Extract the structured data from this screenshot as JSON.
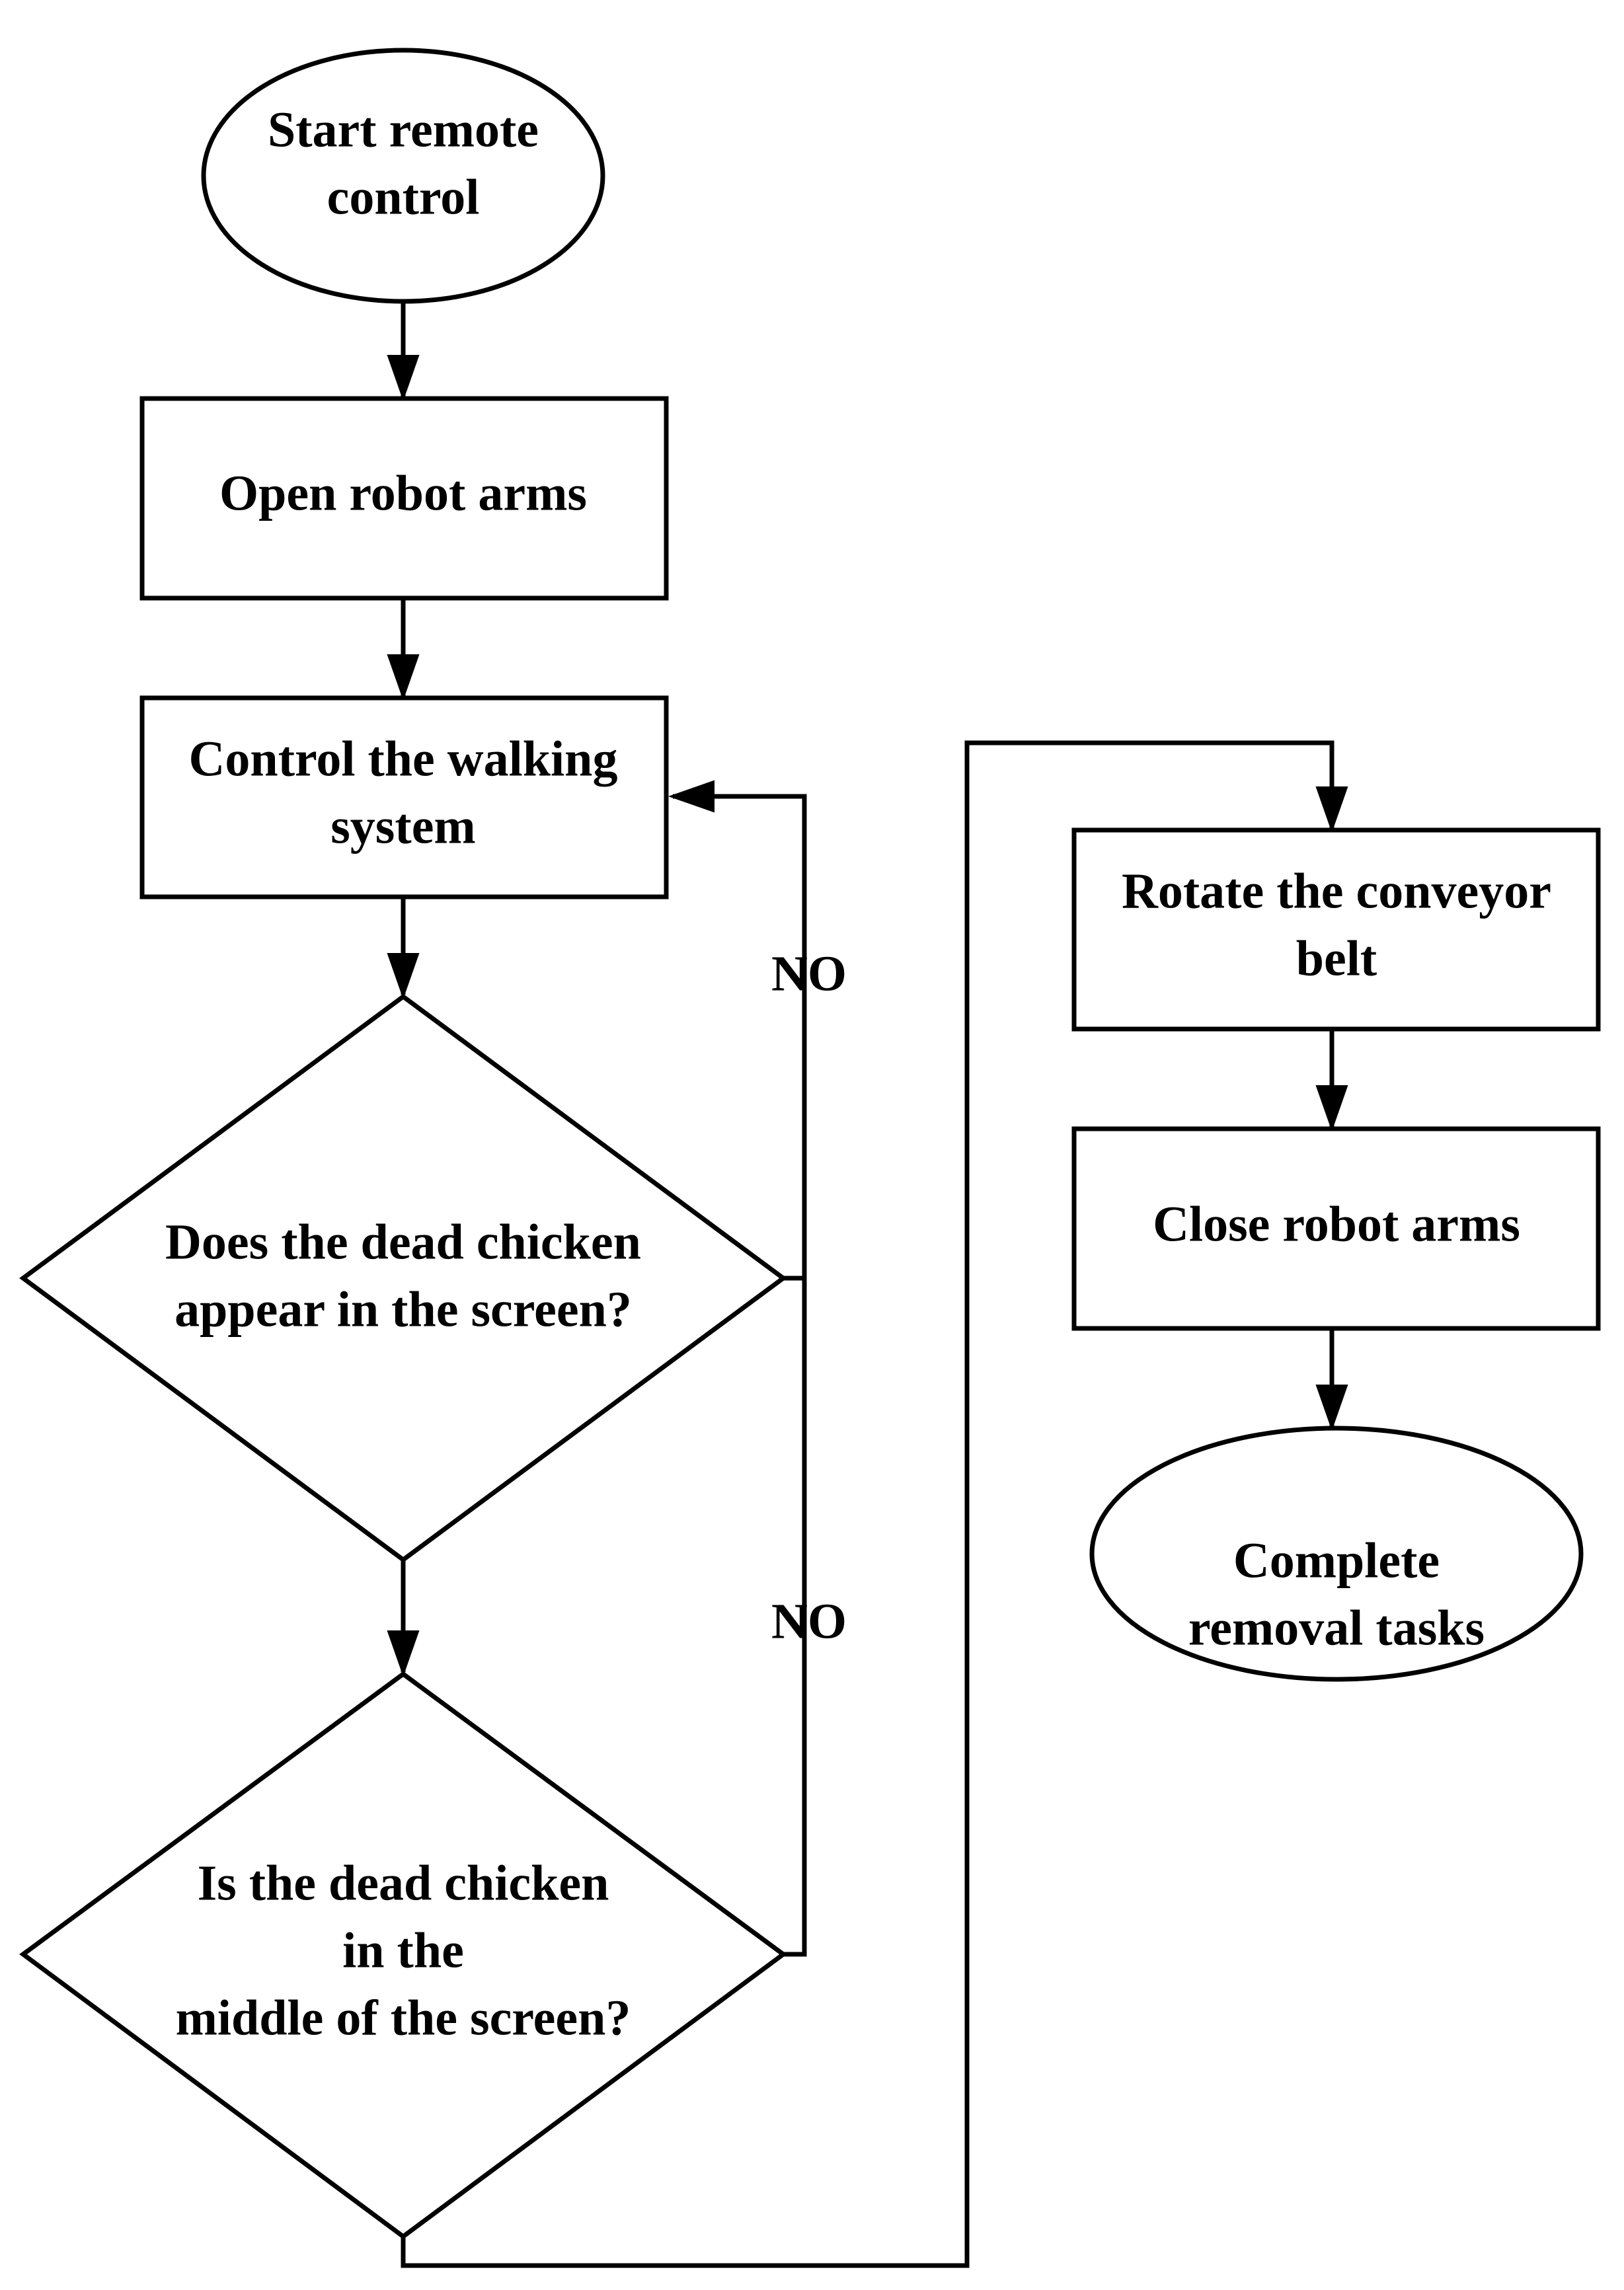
{
  "nodes": {
    "start": {
      "lines": [
        "Start remote",
        "control"
      ]
    },
    "open_arms": {
      "lines": [
        "Open robot arms"
      ]
    },
    "walking": {
      "lines": [
        "Control the walking",
        "system"
      ]
    },
    "appear_decision": {
      "lines": [
        "Does the dead chicken",
        "appear in the screen?"
      ]
    },
    "middle_decision": {
      "lines": [
        "Is the dead chicken",
        "in the",
        "middle of the screen?"
      ]
    },
    "conveyor": {
      "lines": [
        "Rotate the conveyor",
        "belt"
      ]
    },
    "close_arms": {
      "lines": [
        "Close robot arms"
      ]
    },
    "complete": {
      "lines": [
        "Complete",
        "removal tasks"
      ]
    }
  },
  "edge_labels": {
    "no_appear": "NO",
    "no_middle": "NO"
  },
  "colors": {
    "stroke": "#000000",
    "fill": "#ffffff",
    "text": "#000000"
  }
}
